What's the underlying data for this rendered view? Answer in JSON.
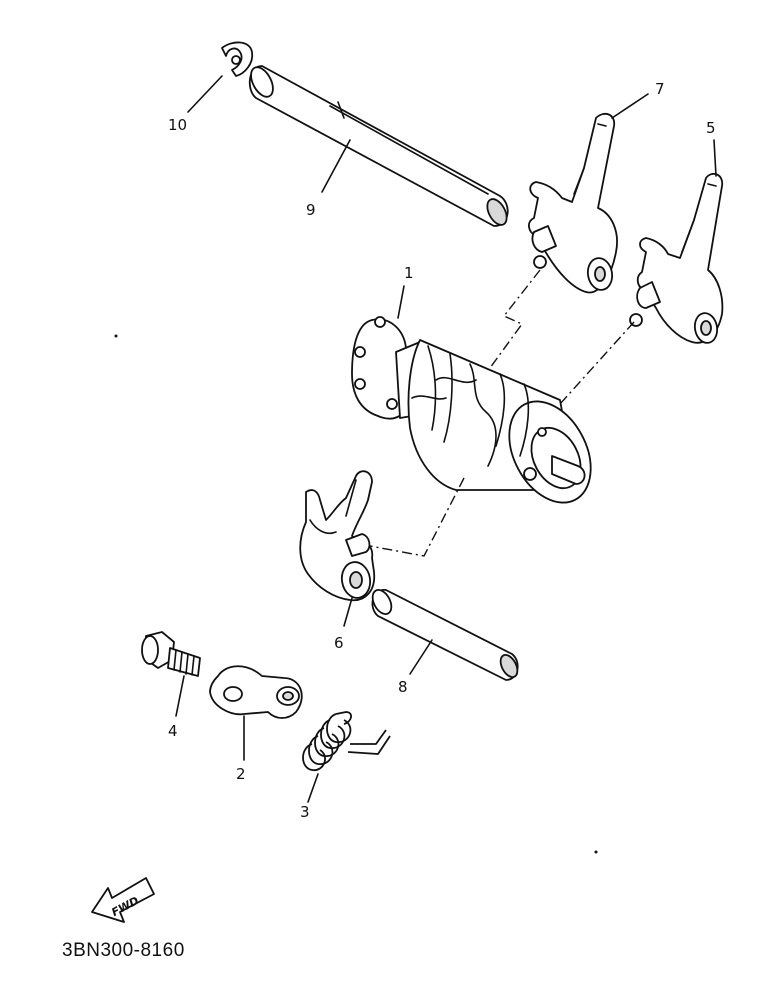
{
  "callouts": {
    "c1": "1",
    "c2": "2",
    "c3": "3",
    "c4": "4",
    "c5": "5",
    "c6": "6",
    "c7": "7",
    "c8": "8",
    "c9": "9",
    "c10": "10"
  },
  "direction_badge": {
    "text": "FWD",
    "icon": "fwd-arrow-icon"
  },
  "reference_code": "3BN300-8160",
  "colors": {
    "ink": "#111111",
    "paper": "#ffffff",
    "shade": "#d9d9d9"
  }
}
